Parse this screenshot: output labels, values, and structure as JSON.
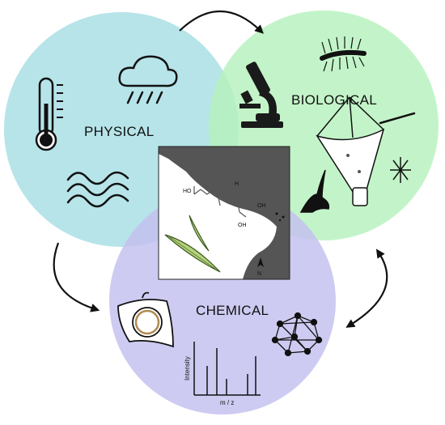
{
  "diagram": {
    "circles": [
      {
        "id": "physical",
        "label": "PHYSICAL",
        "color": "#a9dfe5"
      },
      {
        "id": "biological",
        "label": "BIOLOGICAL",
        "color": "#b9f2bf"
      },
      {
        "id": "chemical",
        "label": "CHEMICAL",
        "color": "#c6c2f0"
      }
    ],
    "map": {
      "north_label": "N"
    },
    "chromatogram": {
      "y_label": "Intensity",
      "x_label": "m / z"
    },
    "molecule": {
      "group_top_left": "HO",
      "group_right_1": "OH",
      "group_right_2": "OH",
      "ring_nh": "H"
    },
    "icons": [
      "thermometer-icon",
      "rain-cloud-icon",
      "waves-icon",
      "microscope-icon",
      "plankton-net-icon",
      "diatom-icon",
      "network-icon",
      "petri-dish-icon",
      "spectrum-icon"
    ]
  }
}
